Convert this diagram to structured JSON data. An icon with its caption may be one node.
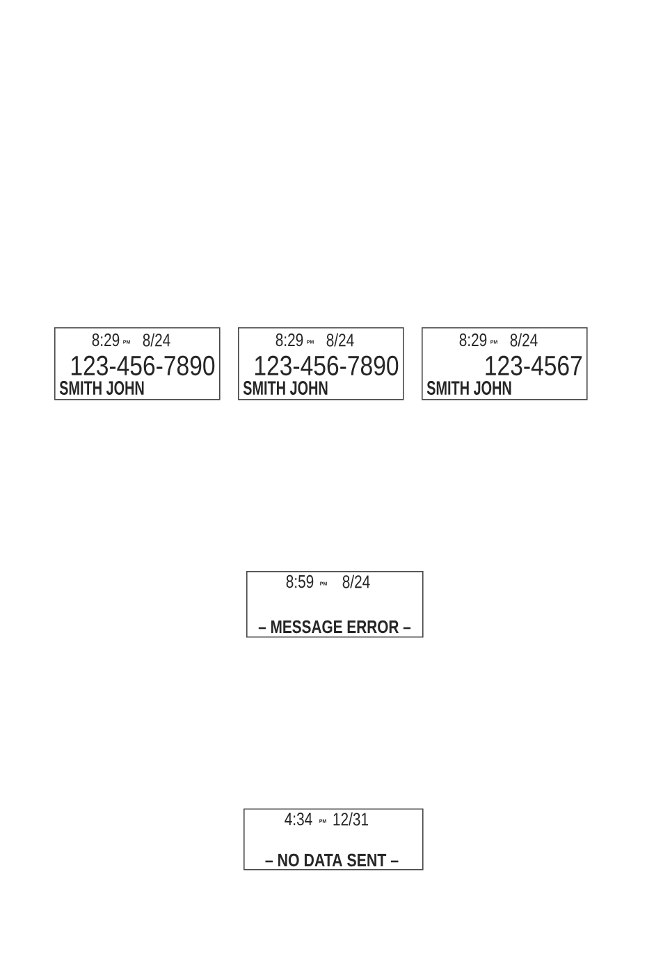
{
  "diagram": {
    "nodes": [
      {
        "text": [
          "8:29",
          "PM",
          "8/24",
          "123-456-7890",
          "SMITH JOHN"
        ]
      },
      {
        "text": [
          "8:29",
          "PM",
          "8/24",
          "123-456-7890",
          "SMITH JOHN"
        ]
      },
      {
        "text": [
          "8:29",
          "PM",
          "8/24",
          "123-4567",
          "SMITH JOHN"
        ]
      },
      {
        "text": [
          "8:59",
          "PM",
          "8/24",
          "– MESSAGE ERROR –"
        ]
      },
      {
        "text": [
          "4:34",
          "PM",
          "12/31",
          "– NO DATA SENT –"
        ]
      }
    ]
  }
}
